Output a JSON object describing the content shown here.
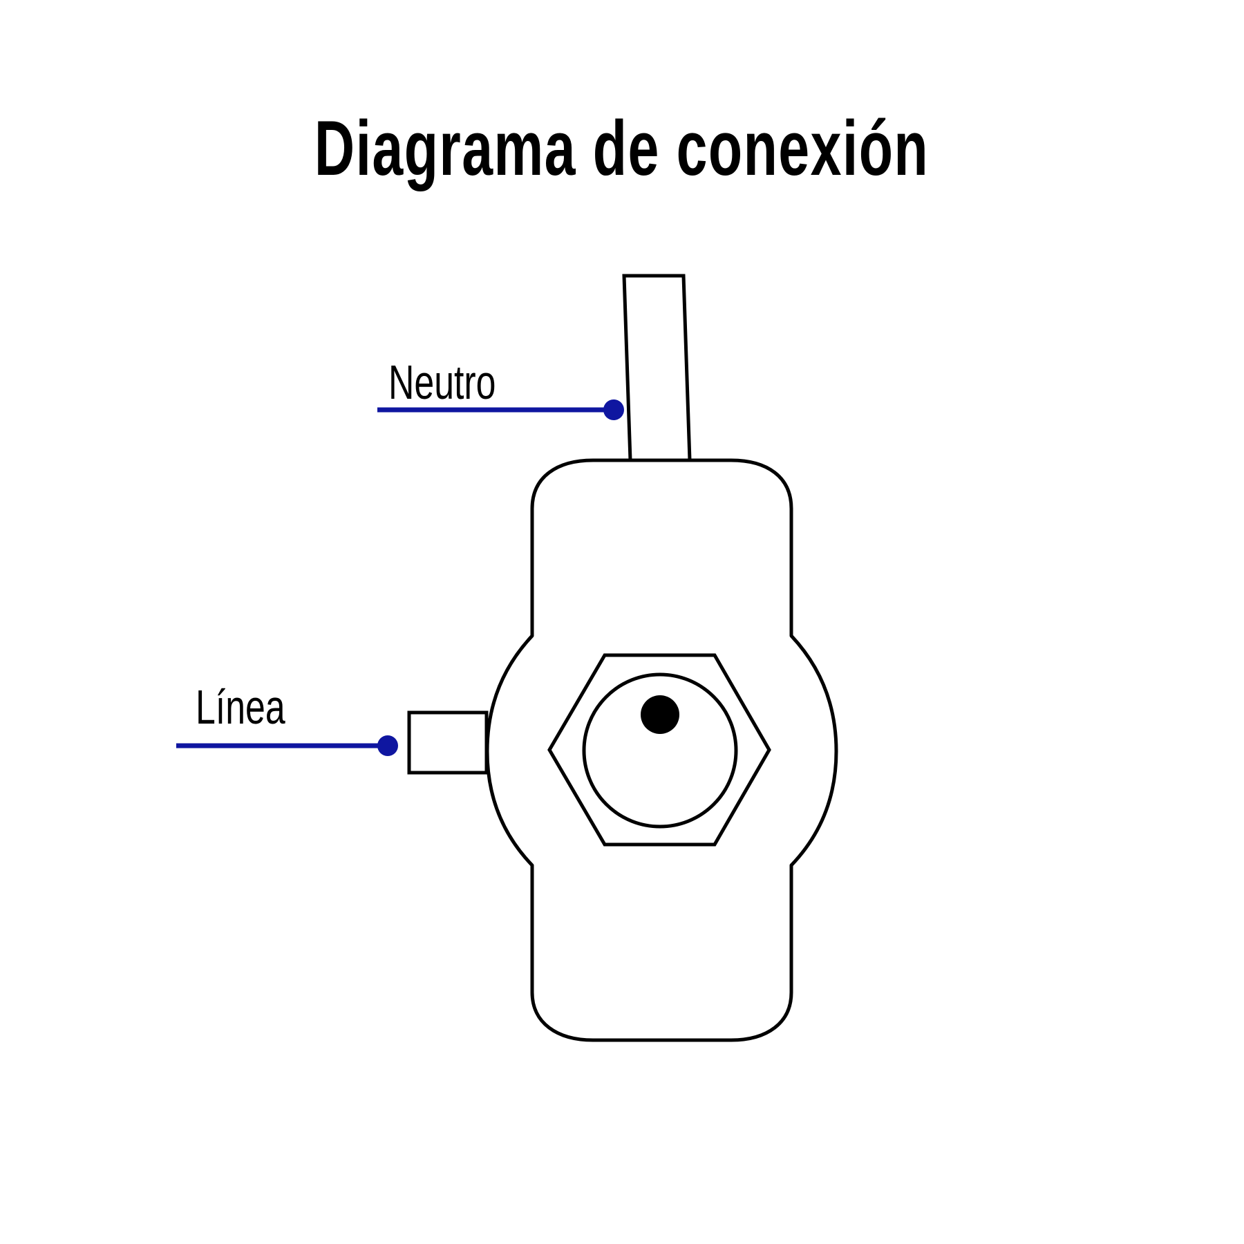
{
  "title": "Diagrama de conexión",
  "labels": {
    "neutral": "Neutro",
    "line": "Línea"
  },
  "colors": {
    "wire": "#0f16a0",
    "outline": "#000000",
    "background": "#ffffff"
  },
  "components": {
    "device_body": "rounded outlet body with side bulges",
    "neutral_terminal": "angled flat blade on top",
    "line_terminal": "rectangular tab on left side",
    "center_fitting": "hexagonal nut with circular socket and contact dot"
  }
}
